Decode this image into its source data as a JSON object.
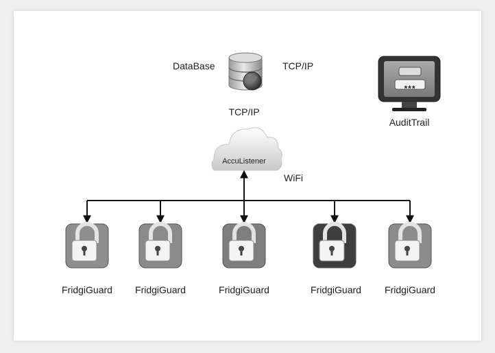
{
  "database": {
    "label": "DataBase",
    "icon": "database-globe-icon"
  },
  "links": {
    "db_to_audit_label": "TCP/IP",
    "db_to_listener_label": "TCP/IP",
    "wifi_label": "WiFi"
  },
  "audit": {
    "label": "AuditTrail",
    "icon": "monitor-password-icon",
    "password_mask": "***"
  },
  "listener": {
    "label": "AccuListener",
    "icon": "cloud-icon"
  },
  "devices": [
    {
      "label": "FridgiGuard",
      "icon": "padlock-icon",
      "tone": "#8e8e8e"
    },
    {
      "label": "FridgiGuard",
      "icon": "padlock-icon",
      "tone": "#8a8a8a"
    },
    {
      "label": "FridgiGuard",
      "icon": "padlock-icon",
      "tone": "#7e7e7e"
    },
    {
      "label": "FridgiGuard",
      "icon": "padlock-icon",
      "tone": "#3e3e3e"
    },
    {
      "label": "FridgiGuard",
      "icon": "padlock-icon",
      "tone": "#8c8c8c"
    }
  ]
}
